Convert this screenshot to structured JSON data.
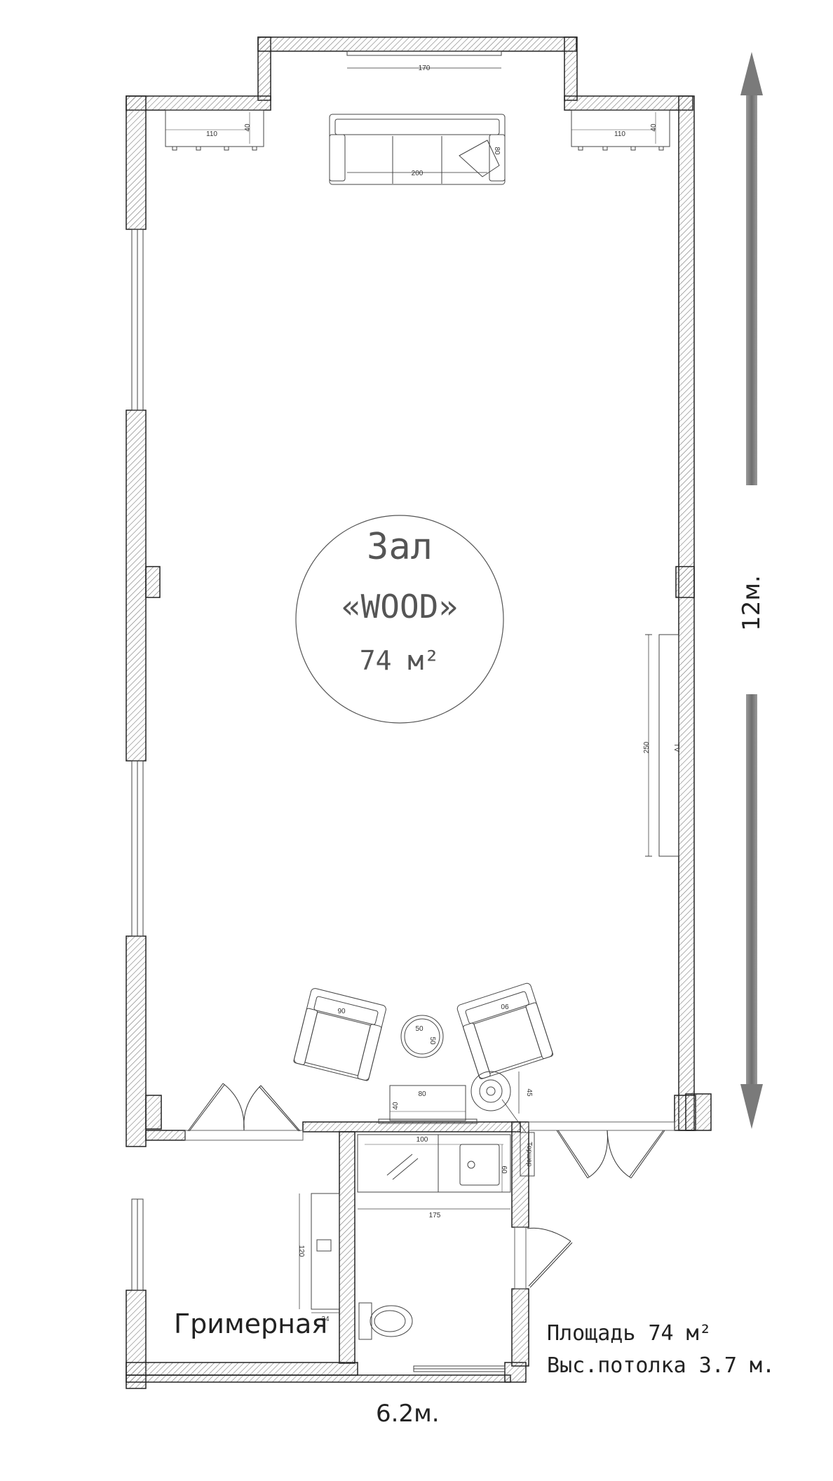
{
  "hall": {
    "title": "Зал",
    "name": "«WOOD»",
    "area": "74 м²"
  },
  "dressing_room": {
    "label": "Гримерная"
  },
  "info": {
    "area": "Площадь 74 м²",
    "ceiling": "Выс.потолка 3.7 м."
  },
  "dimensions": {
    "width": "6.2м.",
    "length": "12м."
  },
  "furniture_dims": {
    "window_top": "170",
    "cabinet_left_w": "110",
    "cabinet_left_d": "40",
    "cabinet_right_w": "110",
    "cabinet_right_d": "40",
    "sofa_w": "200",
    "sofa_d": "80",
    "tv": "250",
    "armchair_left": "90",
    "armchair_right": "90",
    "table_w": "50",
    "table_d": "50",
    "bench_w": "80",
    "bench_d": "40",
    "lamp": "45",
    "torsher": "Торшер",
    "counter_w": "100",
    "sink_d": "60",
    "bath_w": "175",
    "mirror_h": "120",
    "mirror_d": "34"
  },
  "tv_label": "TV"
}
